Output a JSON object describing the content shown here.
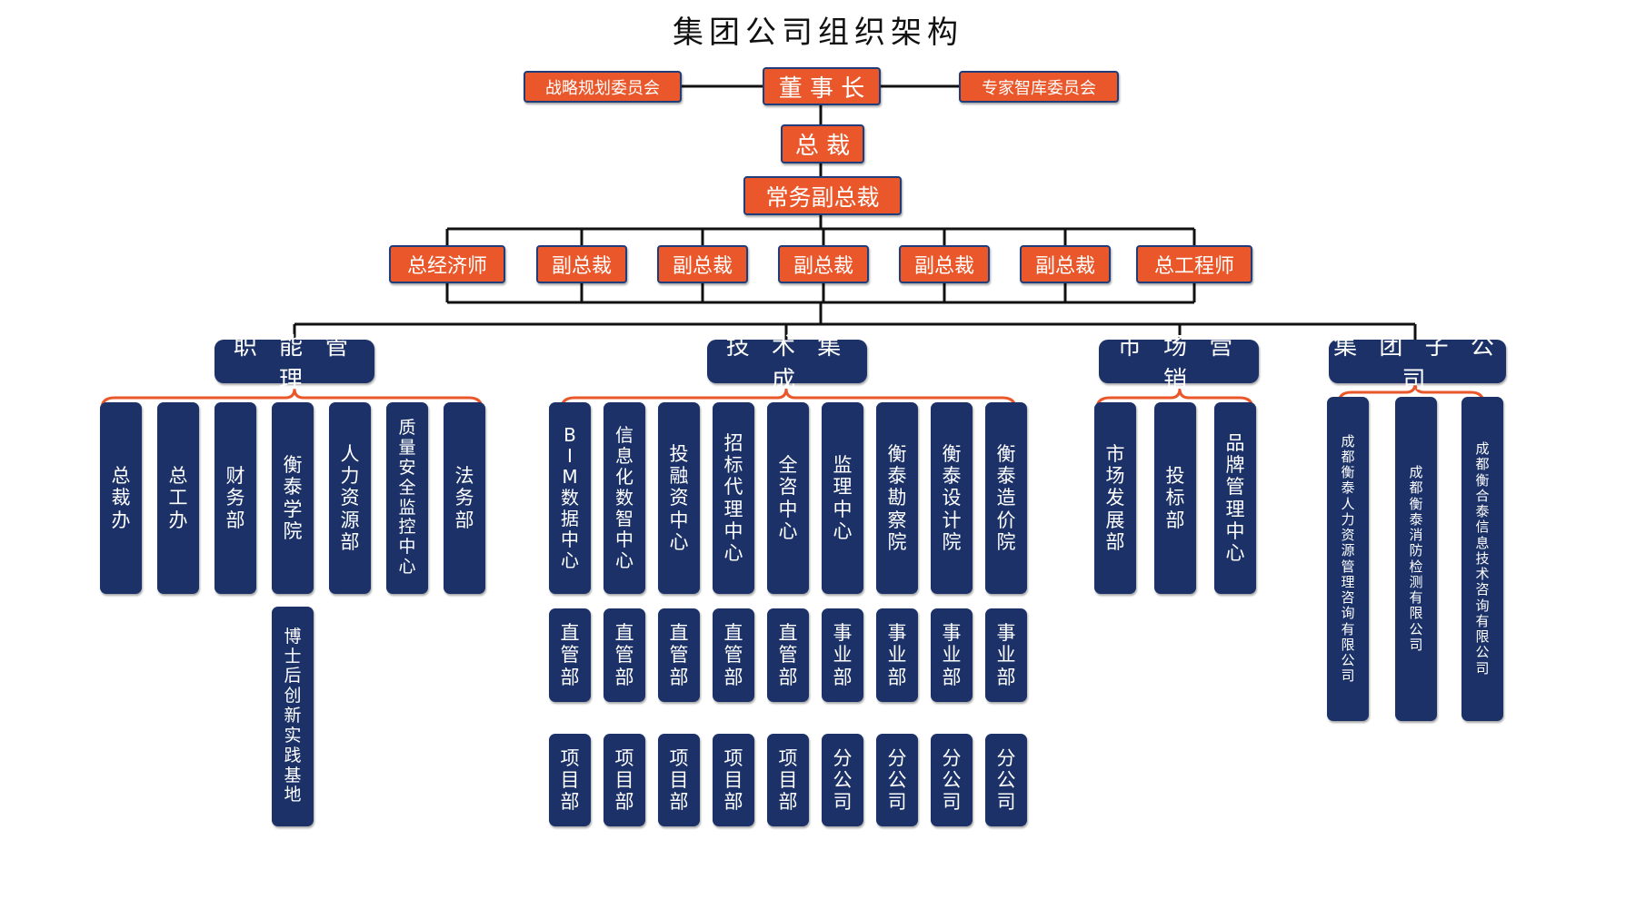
{
  "title": "集团公司组织架构",
  "colors": {
    "accent_orange": "#e9572a",
    "navy": "#1b3167",
    "bracket_orange": "#e9572a",
    "line": "#111111"
  },
  "top": {
    "chairman": "董 事 长",
    "left_committee": "战略规划委员会",
    "right_committee": "专家智库委员会",
    "president": "总 裁",
    "exec_vp": "常务副总裁"
  },
  "vp_row": [
    "总经济师",
    "副总裁",
    "副总裁",
    "副总裁",
    "副总裁",
    "副总裁",
    "总工程师"
  ],
  "groups": [
    {
      "name": "职 能 管 理",
      "units": [
        {
          "label": "总裁办",
          "sub": []
        },
        {
          "label": "总工办",
          "sub": []
        },
        {
          "label": "财务部",
          "sub": []
        },
        {
          "label": "衡泰学院",
          "sub": [
            "博士后创新实践基地"
          ]
        },
        {
          "label": "人力资源部",
          "sub": []
        },
        {
          "label": "质量安全监控中心",
          "sub": []
        },
        {
          "label": "法务部",
          "sub": []
        }
      ]
    },
    {
      "name": "技 术 集 成",
      "units": [
        {
          "label": "BIM数据中心",
          "sub": [
            "直管部",
            "项目部"
          ]
        },
        {
          "label": "信息化数智中心",
          "sub": [
            "直管部",
            "项目部"
          ]
        },
        {
          "label": "投融资中心",
          "sub": [
            "直管部",
            "项目部"
          ]
        },
        {
          "label": "招标代理中心",
          "sub": [
            "直管部",
            "项目部"
          ]
        },
        {
          "label": "全咨中心",
          "sub": [
            "直管部",
            "项目部"
          ]
        },
        {
          "label": "监理中心",
          "sub": [
            "事业部",
            "分公司"
          ]
        },
        {
          "label": "衡泰勘察院",
          "sub": [
            "事业部",
            "分公司"
          ]
        },
        {
          "label": "衡泰设计院",
          "sub": [
            "事业部",
            "分公司"
          ]
        },
        {
          "label": "衡泰造价院",
          "sub": [
            "事业部",
            "分公司"
          ]
        }
      ]
    },
    {
      "name": "市 场 营 销",
      "units": [
        {
          "label": "市场发展部",
          "sub": []
        },
        {
          "label": "投标部",
          "sub": []
        },
        {
          "label": "品牌管理中心",
          "sub": []
        }
      ]
    },
    {
      "name": "集 团 子 公 司",
      "units": [
        {
          "label": "成都衡泰人力资源管理咨询有限公司",
          "sub": []
        },
        {
          "label": "成都衡泰消防检测有限公司",
          "sub": []
        },
        {
          "label": "成都衡合泰信息技术咨询有限公司",
          "sub": []
        }
      ]
    }
  ]
}
